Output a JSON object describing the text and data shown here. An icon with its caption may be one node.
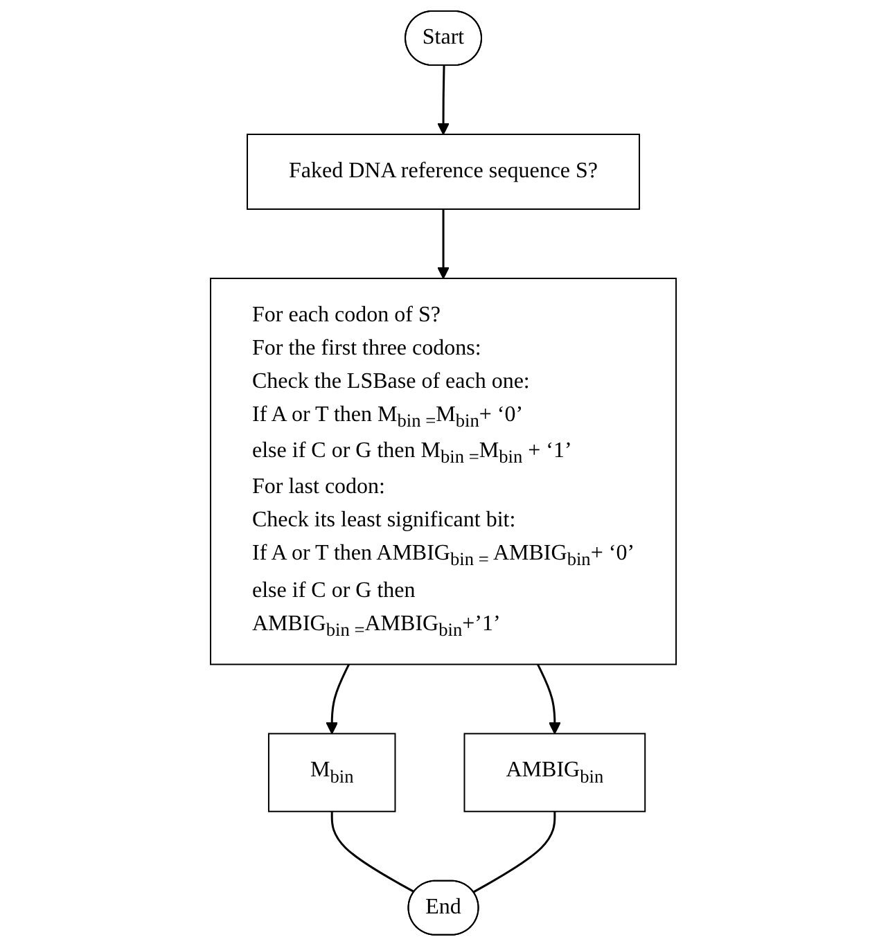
{
  "diagram": {
    "nodes": [
      {
        "text": [
          "Start"
        ]
      },
      {
        "text": [
          "Faked DNA reference sequence S?"
        ]
      },
      {
        "text": [
          "For each codon of S?",
          "For the first three codons:",
          "Check the LSBase of each one:",
          "If A or T then M$_{bin =}$M$_{bin}$+ ‘0’",
          "else if C or G then M$_{bin =}$M$_{bin}$ + ‘1’",
          "For last codon:",
          "Check its least significant bit:",
          "If A or T then AMBIG$_{bin =}$ AMBIG$_{bin}$+ ‘0’",
          "else if C or G then",
          "AMBIG$_{bin =}$AMBIG$_{bin}$+’1’"
        ]
      },
      {
        "text": [
          "M$_{bin}$"
        ]
      },
      {
        "text": [
          "AMBIG$_{bin}$"
        ]
      },
      {
        "text": [
          "End"
        ]
      }
    ],
    "edges": [
      {
        "from": 0,
        "to": 1,
        "arrow": "to"
      },
      {
        "from": 1,
        "to": 2,
        "arrow": "to"
      },
      {
        "from": 2,
        "to": 3,
        "arrow": "to"
      },
      {
        "from": 2,
        "to": 4,
        "arrow": "to"
      },
      {
        "from": 3,
        "to": 5,
        "arrow": "none"
      },
      {
        "from": 4,
        "to": 5,
        "arrow": "none"
      }
    ]
  }
}
